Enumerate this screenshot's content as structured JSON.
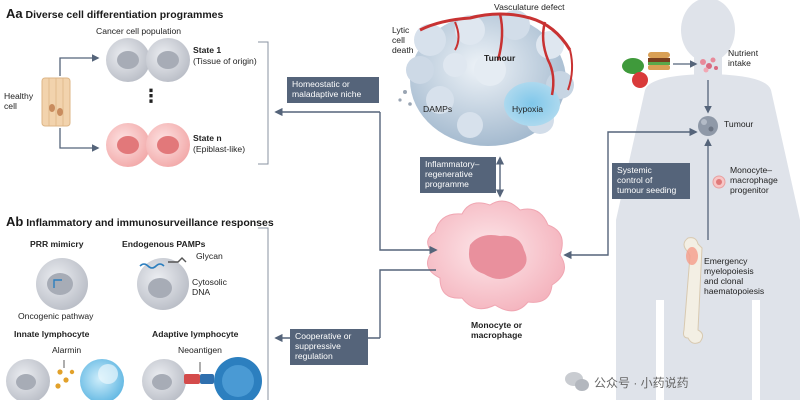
{
  "section_a": {
    "prefix": "Aa",
    "title": "Diverse cell differentiation programmes",
    "cancer_population": "Cancer cell population",
    "healthy_cell": [
      "Healthy",
      "cell"
    ],
    "state1_title": "State 1",
    "state1_sub": "(Tissue of origin)",
    "state_dots": "⋮",
    "staten_title": "State n",
    "staten_sub": "(Epiblast-like)"
  },
  "section_b": {
    "prefix": "Ab",
    "title": "Inflammatory and immunosurveillance responses",
    "prr_title": "PRR mimicry",
    "prr_label": "Oncogenic pathway",
    "pamps_title": "Endogenous PAMPs",
    "glycan": "Glycan",
    "cytosolic_dna": [
      "Cytosolic",
      "DNA"
    ],
    "innate_title": "Innate lymphocyte",
    "alarmin": "Alarmin",
    "adaptive_title": "Adaptive lymphocyte",
    "neoantigen": "Neoantigen"
  },
  "centre": {
    "box_niche": [
      "Homeostatic or",
      "maladaptive niche"
    ],
    "box_inflammatory": [
      "Inflammatory–",
      "regenerative",
      "programme"
    ],
    "box_cooperative": [
      "Cooperative or",
      "suppressive",
      "regulation"
    ],
    "box_systemic": [
      "Systemic",
      "control of",
      "tumour seeding"
    ],
    "monocyte_label": [
      "Monocyte or",
      "macrophage"
    ]
  },
  "tumour": {
    "vasculature": "Vasculature defect",
    "lytic": [
      "Lytic",
      "cell",
      "death"
    ],
    "tumour_label": "Tumour",
    "damps": "DAMPs",
    "hypoxia": "Hypoxia"
  },
  "body": {
    "nutrient": [
      "Nutrient",
      "intake"
    ],
    "tumour": "Tumour",
    "progenitor": [
      "Monocyte–",
      "macrophage",
      "progenitor"
    ],
    "emergency": [
      "Emergency",
      "myelopoiesis",
      "and clonal",
      "haematopoiesis"
    ]
  },
  "watermark": "公众号 · 小药说药",
  "colors": {
    "box": "#55647a",
    "arrow": "#55647a",
    "cancer_gray": "#c9ccd3",
    "pink_cell": "#f2a8a8",
    "macrophage": "#f6c1c8",
    "tumour_blue": "#c4d4e4",
    "vessel_red": "#c83232",
    "body_silhouette": "#dfe3ea",
    "healthy_tissue": "#f2d3ad"
  }
}
